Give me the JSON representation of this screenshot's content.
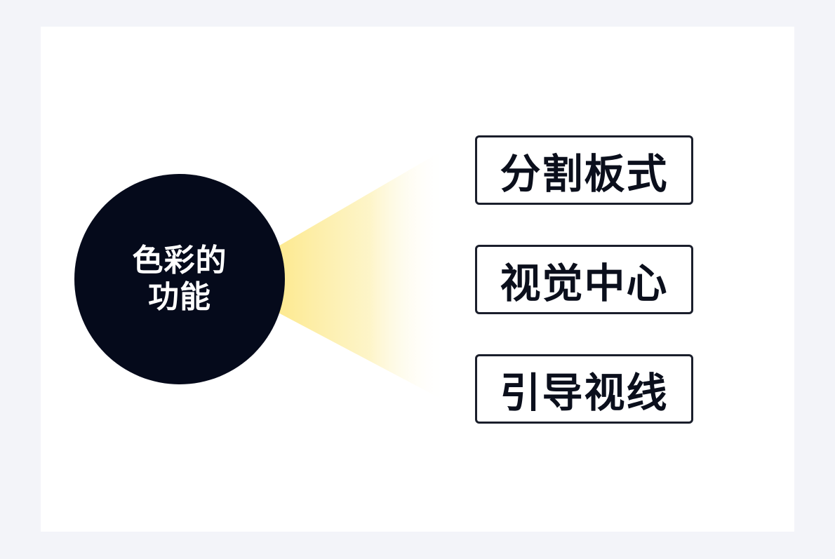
{
  "diagram": {
    "center": {
      "line1": "色彩的",
      "line2": "功能"
    },
    "nodes": [
      {
        "label": "分割板式"
      },
      {
        "label": "视觉中心"
      },
      {
        "label": "引导视线"
      }
    ]
  },
  "colors": {
    "background": "#f3f4f9",
    "panel": "#ffffff",
    "hub": "#050a1b",
    "cone_start": "#fde98f",
    "node_border": "#1a1e2b",
    "node_text": "#0b0f1c"
  }
}
